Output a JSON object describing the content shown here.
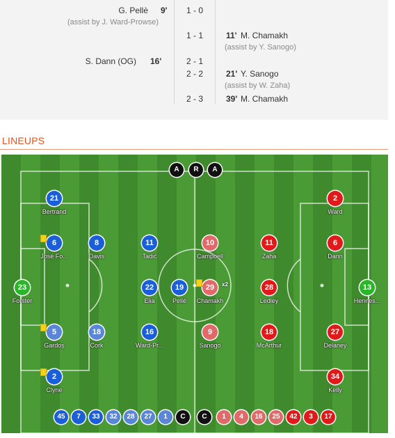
{
  "goals": {
    "rows": [
      {
        "home_scorer": "G. Pellè",
        "home_minute": "9'",
        "home_assist": "(assist by J. Ward-Prowse)",
        "score": "1 - 0",
        "away_minute": "",
        "away_scorer": "",
        "away_assist": ""
      },
      {
        "home_scorer": "",
        "home_minute": "",
        "home_assist": "",
        "score": "1 - 1",
        "away_minute": "11'",
        "away_scorer": "M. Chamakh",
        "away_assist": "(assist by Y. Sanogo)"
      },
      {
        "home_scorer": "S. Dann (OG)",
        "home_minute": "16'",
        "home_assist": "",
        "score": "2 - 1",
        "away_minute": "",
        "away_scorer": "",
        "away_assist": ""
      },
      {
        "home_scorer": "",
        "home_minute": "",
        "home_assist": "",
        "score": "2 - 2",
        "away_minute": "21'",
        "away_scorer": "Y. Sanogo",
        "away_assist": "(assist by W. Zaha)"
      },
      {
        "home_scorer": "",
        "home_minute": "",
        "home_assist": "",
        "score": "2 - 3",
        "away_minute": "39'",
        "away_scorer": "M. Chamakh",
        "away_assist": ""
      }
    ]
  },
  "lineups": {
    "title": "LINEUPS",
    "referees": [
      "A",
      "R",
      "A"
    ],
    "home_players": [
      {
        "number": "21",
        "name": "Bertrand",
        "color": "blue"
      },
      {
        "number": "6",
        "name": "José Fo...",
        "color": "blue",
        "yellow_card": true
      },
      {
        "number": "8",
        "name": "Davis",
        "color": "blue"
      },
      {
        "number": "11",
        "name": "Tadić",
        "color": "blue"
      },
      {
        "number": "23",
        "name": "Forster",
        "color": "green"
      },
      {
        "number": "22",
        "name": "Elia",
        "color": "blue"
      },
      {
        "number": "19",
        "name": "Pellè",
        "color": "blue"
      },
      {
        "number": "5",
        "name": "Gardoș",
        "color": "lblue",
        "yellow_card": true
      },
      {
        "number": "18",
        "name": "Cork",
        "color": "lblue"
      },
      {
        "number": "16",
        "name": "Ward-Pr...",
        "color": "blue"
      },
      {
        "number": "2",
        "name": "Clyne",
        "color": "blue",
        "yellow_card": true
      }
    ],
    "away_players": [
      {
        "number": "2",
        "name": "Ward",
        "color": "red"
      },
      {
        "number": "10",
        "name": "Campbell",
        "color": "pink"
      },
      {
        "number": "11",
        "name": "Zaha",
        "color": "red"
      },
      {
        "number": "6",
        "name": "Dann",
        "color": "red"
      },
      {
        "number": "29",
        "name": "Chamakh",
        "color": "pink",
        "yellow_card": true,
        "badge": "x2"
      },
      {
        "number": "28",
        "name": "Ledley",
        "color": "red"
      },
      {
        "number": "13",
        "name": "Hennes...",
        "color": "green"
      },
      {
        "number": "9",
        "name": "Sanogo",
        "color": "pink"
      },
      {
        "number": "18",
        "name": "McArthur",
        "color": "red"
      },
      {
        "number": "27",
        "name": "Delaney",
        "color": "red"
      },
      {
        "number": "34",
        "name": "Kelly",
        "color": "red"
      }
    ],
    "home_subs": [
      {
        "number": "45",
        "color": "blue"
      },
      {
        "number": "7",
        "color": "blue"
      },
      {
        "number": "33",
        "color": "blue"
      },
      {
        "number": "32",
        "color": "lblue"
      },
      {
        "number": "28",
        "color": "lblue"
      },
      {
        "number": "27",
        "color": "lblue"
      },
      {
        "number": "1",
        "color": "lblue"
      },
      {
        "number": "C",
        "color": "black"
      }
    ],
    "away_subs": [
      {
        "number": "C",
        "color": "black"
      },
      {
        "number": "1",
        "color": "pink"
      },
      {
        "number": "4",
        "color": "pink"
      },
      {
        "number": "16",
        "color": "pink"
      },
      {
        "number": "25",
        "color": "pink"
      },
      {
        "number": "42",
        "color": "red"
      },
      {
        "number": "3",
        "color": "red"
      },
      {
        "number": "17",
        "color": "red"
      }
    ],
    "colors": {
      "home": "#1a5fd8",
      "away": "#e01a1a",
      "pitch": "#4a9a35",
      "title": "#e4511c"
    }
  }
}
